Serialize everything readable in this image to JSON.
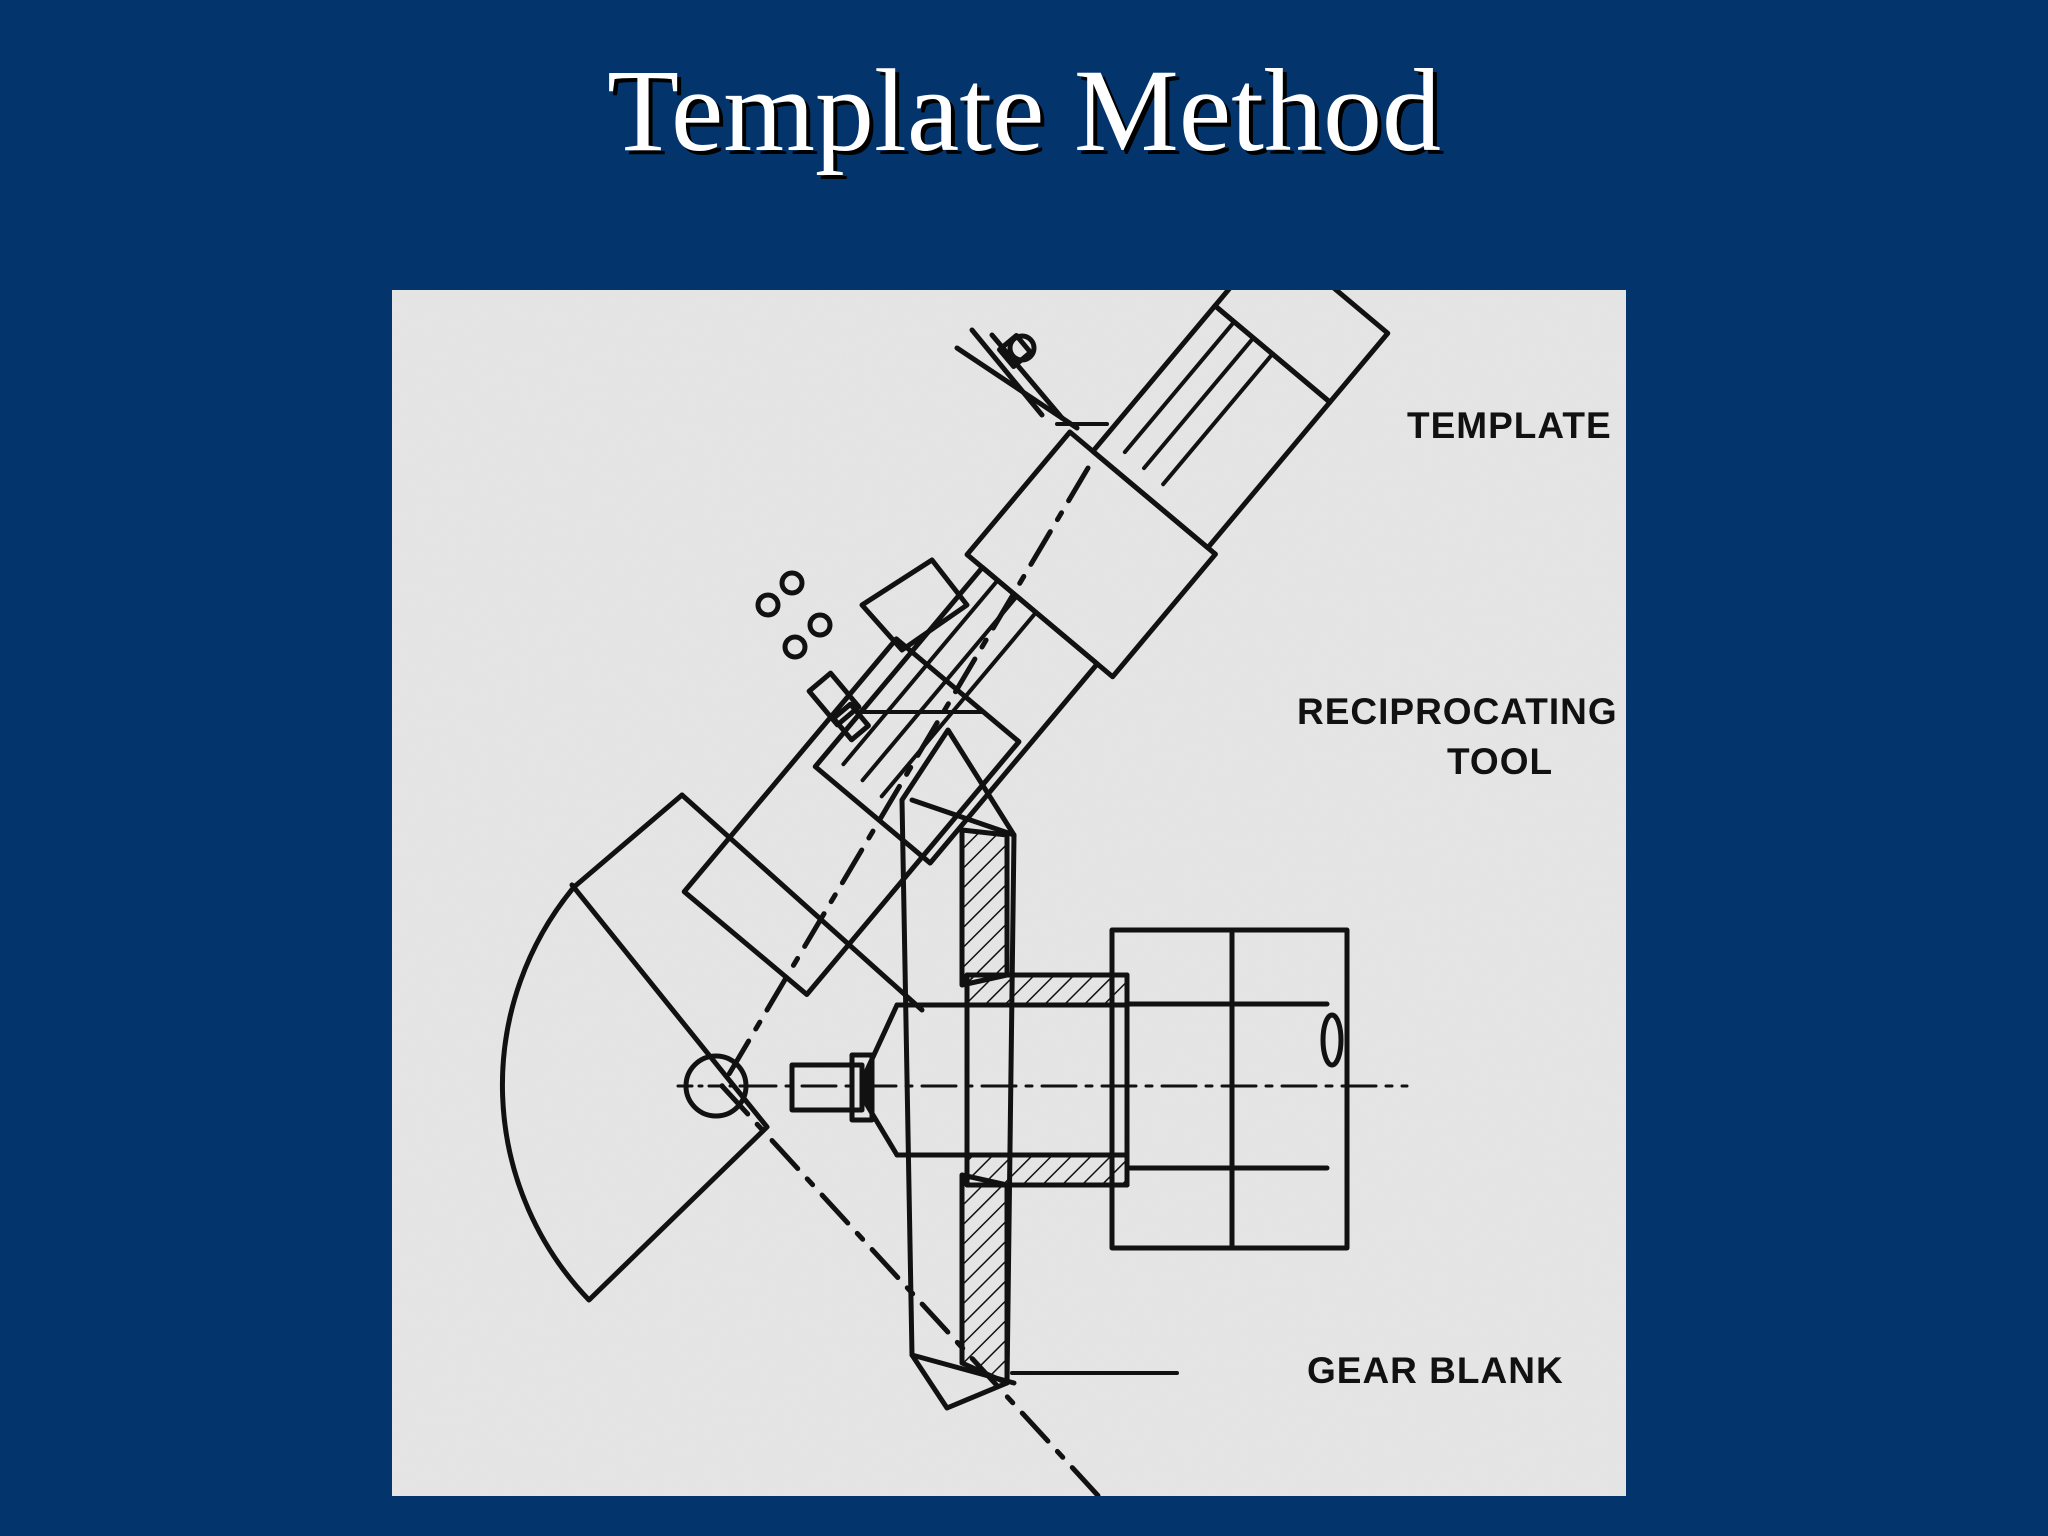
{
  "slide": {
    "title": "Template Method"
  },
  "diagram": {
    "labels": {
      "template": "TEMPLATE",
      "reciprocating_tool_line1": "RECIPROCATING",
      "reciprocating_tool_line2": "TOOL",
      "gear_blank": "GEAR BLANK"
    },
    "colors": {
      "background": "#03346b",
      "paper": "#e7e7e7",
      "ink": "#111111"
    }
  }
}
